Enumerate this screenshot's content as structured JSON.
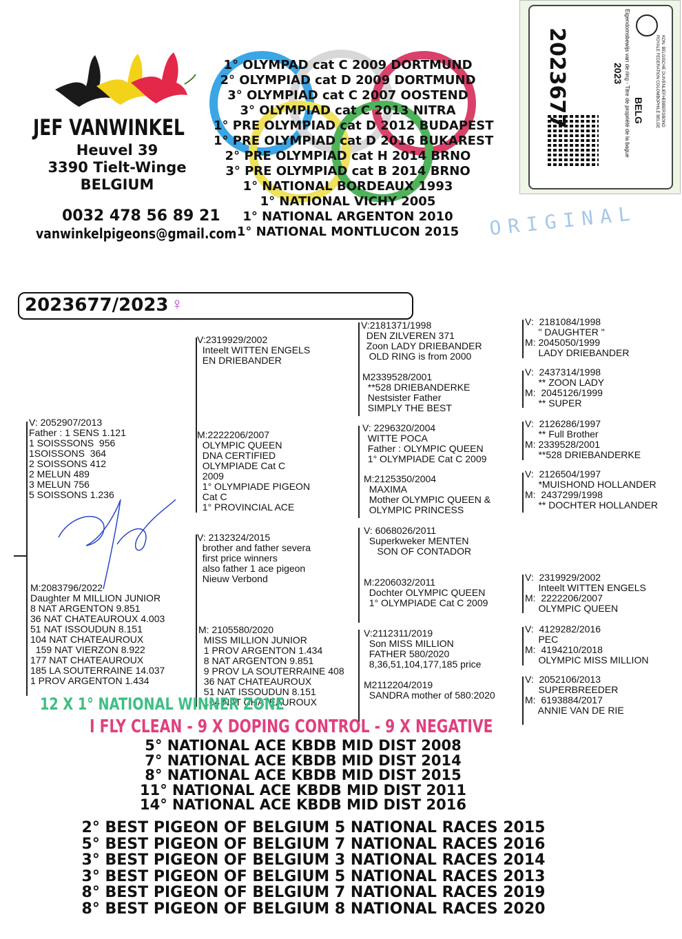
{
  "header": {
    "breeder_name": "JEF VANWINKEL",
    "address_lines": [
      "Heuvel 39",
      "3390 Tielt-Winge",
      "BELGIUM"
    ],
    "phone": "0032 478 56 89 21",
    "email": "vanwinkelpigeons@gmail.com"
  },
  "titles": [
    "1° OLYMPAD cat C 2009 DORTMUND",
    "2° OLYMPIAD cat D 2009 DORTMUND",
    "3° OLYMPIAD cat C 2007 OOSTEND",
    "3° OLYMPIAD cat C 2013 NITRA",
    "1° PRE OLYMPIAD cat D 2012 BUDAPEST",
    "1° PRE OLYMPIAD cat D 2016 BUKAREST",
    "2° PRE OLYMPIAD cat H 2014 BRNO",
    "3° PRE OLYMPIAD cat B 2014 BRNO",
    "1° NATIONAL BORDEAUX 1993",
    "1° NATIONAL VICHY 2005",
    "1° NATIONAL ARGENTON 2010",
    "1° NATIONAL MONTLUCON 2015"
  ],
  "ring_card": {
    "number": "2023677",
    "year": "2023",
    "country": "BELG",
    "org_text": "KON. BELGISCHE DUIVENLIEFHEBBERSBOND",
    "org_text_fr": "ROYALE FEDERATION COLOMBOPHILE BELGE",
    "ownership_text": "Eigendomsbewijs van de ring - Titre de propriété de la bague"
  },
  "stamp_text": "ORIGINAL",
  "pigeon": {
    "ring": "2023677/2023",
    "sex_symbol": "♀"
  },
  "gen1": {
    "sire": [
      "V: 2052907/2013",
      "Father : 1 SENS 1.121",
      "1 SOISSSONS  956",
      "1SOISSONS  364",
      "2 SOISSONS 412",
      "2 MELUN 489",
      "3 MELUN 756",
      "5 SOISSONS 1.236"
    ],
    "dam": [
      "M:2083796/2022",
      "Daughter M MILLION JUNIOR",
      "8 NAT ARGENTON 9.851",
      "36 NAT CHATEAUROUX 4.003",
      "51 NAT ISSOUDUN 8.151",
      "104 NAT CHATEAUROUX",
      "  159 NAT VIERZON 8.922",
      "177 NAT CHATEAUROUX",
      "185 LA SOUTERRAINE 14.037",
      "1 PROV ARGENTON 1.434"
    ]
  },
  "gen2": [
    [
      "V:2319929/2002",
      "  Inteelt WITTEN ENGELS",
      "  EN DRIEBANDER"
    ],
    [
      "M:2222206/2007",
      "  OLYMPIC QUEEN",
      "  DNA CERTIFIED",
      "  OLYMPIADE Cat C",
      "  2009",
      "  1° OLYMPIADE PIGEON",
      "  Cat C",
      "  1° PROVINCIAL ACE"
    ],
    [
      "V: 2132324/2015",
      "  brother and father severa",
      "  first price winners",
      "  also father 1 ace pigeon",
      "  Nieuw Verbond"
    ],
    [
      "M: 2105580/2020",
      "  MISS MILLION JUNIOR",
      "  1 PROV ARGENTON 1.434",
      "  8 NAT ARGENTON 9.851",
      "  9 PROV LA SOUTERRAINE 408",
      "  36 NAT CHATEAUROUX",
      "  51 NAT ISSOUDUN 8.151",
      "  104 NAT CHATEAUROUX"
    ]
  ],
  "gen3": [
    [
      "V:2181371/1998",
      "  DEN ZILVEREN 371",
      "  Zoon LADY DRIEBANDER",
      "   OLD RING is from 2000"
    ],
    [
      "M2339528/2001",
      "  **528 DRIEBANDERKE",
      "  Nestsister Father",
      "  SIMPLY THE BEST"
    ],
    [
      "V: 2296320/2004",
      "  WITTE POCA",
      "  Father : OLYMPIC QUEEN",
      "  1° OLYMPIADE Cat C 2009"
    ],
    [
      "M:2125350/2004",
      "  MAXIMA",
      "  Mother OLYMPIC QUEEN &",
      "  OLYMPIC PRINCESS"
    ],
    [
      "V: 6068026/2011",
      "  Superkweker MENTEN",
      "     SON OF CONTADOR"
    ],
    [
      "M:2206032/2011",
      "  Dochter OLYMPIC QUEEN",
      "  1° OLYMPIADE Cat C 2009"
    ],
    [
      "V:2112311/2019",
      "  Son MISS MILLION",
      "  FATHER 580/2020",
      "  8,36,51,104,177,185 price"
    ],
    [
      "M2112204/2019",
      "  SANDRA mother of 580:2020"
    ]
  ],
  "gen4": [
    [
      "V:  2181084/1998",
      "     \" DAUGHTER \"",
      "M: 2045050/1999",
      "     LADY DRIEBANDER"
    ],
    [
      "V:  2437314/1998",
      "     ** ZOON LADY",
      "M:  2045126/1999",
      "     ** SUPER"
    ],
    [
      "V:  2126286/1997",
      "     ** Full Brother",
      "M: 2339528/2001",
      "     **528 DRIEBANDERKE"
    ],
    [
      "V:  2126504/1997",
      "     *MUISHOND HOLLANDER",
      "M:  2437299/1998",
      "     ** DOCHTER HOLLANDER"
    ],
    [
      "V:  2319929/2002",
      "     Inteelt WITTEN ENGELS",
      "M:  2222206/2007",
      "     OLYMPIC QUEEN"
    ],
    [
      "V:  4129282/2016",
      "     PEC",
      "M:  4194210/2018",
      "     OLYMPIC MISS MILLION"
    ],
    [
      "V:  2052106/2013",
      "     SUPERBREEDER",
      "M:  6193884/2017",
      "     ANNIE VAN DE RIE"
    ]
  ],
  "banners": {
    "green": "12 X 1° NATIONAL WINNER ZONE",
    "pink": "I FLY CLEAN - 9 X DOPING CONTROL - 9 X NEGATIVE"
  },
  "aces": [
    "5° NATIONAL ACE KBDB MID DIST 2008",
    "7° NATIONAL ACE KBDB MID DIST 2014",
    "8° NATIONAL ACE KBDB MID DIST 2015",
    "11° NATIONAL ACE KBDB MID DIST 2011",
    "14° NATIONAL ACE KBDB MID DIST 2016"
  ],
  "best": [
    "2° BEST PIGEON OF BELGIUM 5 NATIONAL RACES 2015",
    "5° BEST PIGEON OF BELGIUM 7 NATIONAL RACES 2016",
    "3° BEST PIGEON OF BELGIUM 3 NATIONAL RACES 2014",
    "3° BEST PIGEON OF BELGIUM 5 NATIONAL RACES 2013",
    "8° BEST PIGEON OF BELGIUM 7 NATIONAL RACES 2019",
    "8° BEST PIGEON OF BELGIUM 8 NATIONAL RACES 2020"
  ],
  "colors": {
    "ring_blue": "#3aa6e6",
    "ring_black": "#cfcfcf",
    "ring_red": "#d9416a",
    "ring_yellow": "#f0e25a",
    "ring_green": "#4fb35a",
    "banner_green": "#3fbf84",
    "banner_pink": "#e0407f"
  },
  "icons": [
    "dove-black-icon",
    "dove-yellow-icon",
    "dove-red-icon",
    "qr-code-icon",
    "kbdb-logo-icon",
    "signature-icon"
  ]
}
